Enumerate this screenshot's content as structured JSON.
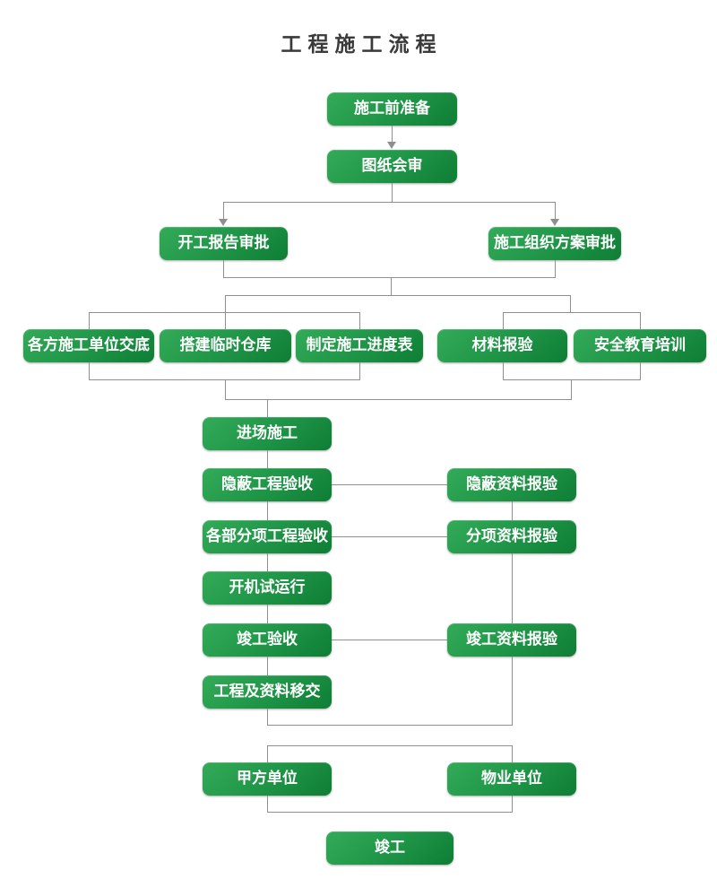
{
  "title": "工程施工流程",
  "colors": {
    "node_gradient_top": "#33ab58",
    "node_gradient_bottom": "#0e7e35",
    "node_text": "#ffffff",
    "connector_line": "#8f8f8f",
    "title_text": "#3a3a3a",
    "background": "#ffffff"
  },
  "nodes": {
    "prep": {
      "label": "施工前准备"
    },
    "drawing_review": {
      "label": "图纸会审"
    },
    "start_report": {
      "label": "开工报告审批"
    },
    "org_plan": {
      "label": "施工组织方案审批"
    },
    "disclosure": {
      "label": "各方施工单位交底"
    },
    "temp_warehouse": {
      "label": "搭建临时仓库"
    },
    "schedule": {
      "label": "制定施工进度表"
    },
    "material_check": {
      "label": "材料报验"
    },
    "safety_training": {
      "label": "安全教育培训"
    },
    "enter_site": {
      "label": "进场施工"
    },
    "hidden_acceptance": {
      "label": "隐蔽工程验收"
    },
    "hidden_report": {
      "label": "隐蔽资料报验"
    },
    "sub_acceptance": {
      "label": "各部分项工程验收"
    },
    "sub_report": {
      "label": "分项资料报验"
    },
    "trial_run": {
      "label": "开机试运行"
    },
    "completion_accept": {
      "label": "竣工验收"
    },
    "completion_report": {
      "label": "竣工资料报验"
    },
    "handover": {
      "label": "工程及资料移交"
    },
    "owner_unit": {
      "label": "甲方单位"
    },
    "property_unit": {
      "label": "物业单位"
    },
    "completed": {
      "label": "竣工"
    }
  }
}
